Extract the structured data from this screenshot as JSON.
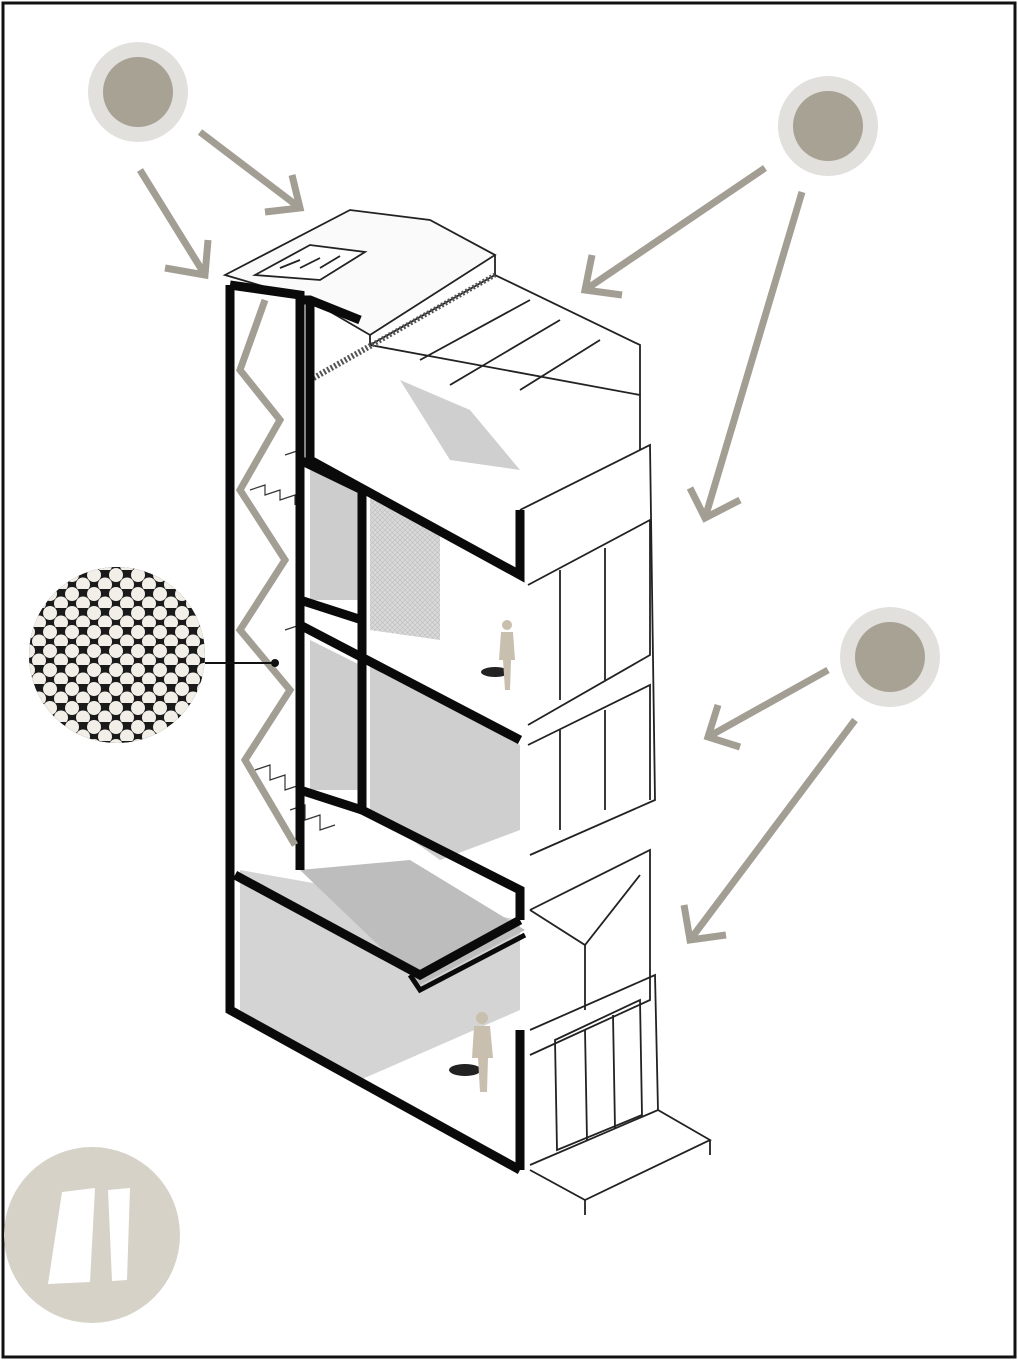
{
  "colors": {
    "ink": "#111111",
    "arrow": "#a39e93",
    "sun_core": "#a8a294",
    "sun_halo": "#e2e0dc",
    "shade": "#c9c9c9",
    "shade_light": "#e4e4e4",
    "logo_disc": "#d6d2c8",
    "pattern_bg": "#1a1a1a",
    "pattern_dot": "#f2efe9"
  },
  "icons": {
    "sun": "sun-icon",
    "perforated_panel": "perforated-panel-icon",
    "logo": "logo-mark-icon"
  },
  "suns": [
    {
      "name": "sun-top-left"
    },
    {
      "name": "sun-top-right"
    },
    {
      "name": "sun-middle-right"
    }
  ],
  "figures": [
    {
      "name": "person-upper-floor"
    },
    {
      "name": "person-ground-floor"
    }
  ]
}
